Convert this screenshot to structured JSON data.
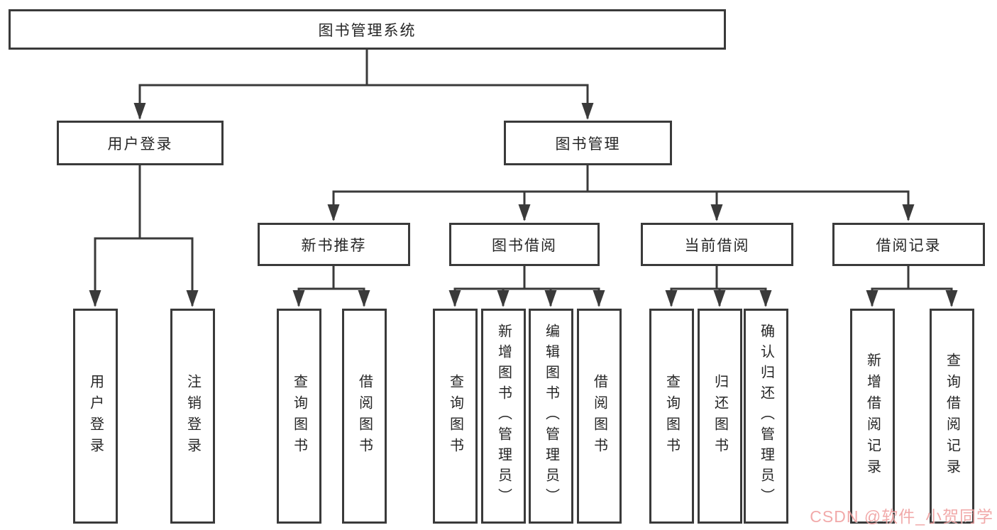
{
  "tree": {
    "root": {
      "label": "图书管理系统"
    },
    "groups": [
      {
        "label": "用户登录",
        "children": [
          {
            "label": "用户登录"
          },
          {
            "label": "注销登录"
          }
        ]
      },
      {
        "label": "图书管理",
        "subgroups": [
          {
            "label": "新书推荐",
            "children": [
              {
                "label": "查询图书"
              },
              {
                "label": "借阅图书"
              }
            ]
          },
          {
            "label": "图书借阅",
            "children": [
              {
                "label": "查询图书"
              },
              {
                "label": "新增图书（管理员）"
              },
              {
                "label": "编辑图书（管理员）"
              },
              {
                "label": "借阅图书"
              }
            ]
          },
          {
            "label": "当前借阅",
            "children": [
              {
                "label": "查询图书"
              },
              {
                "label": "归还图书"
              },
              {
                "label": "确认归还（管理员）"
              }
            ]
          },
          {
            "label": "借阅记录",
            "children": [
              {
                "label": "新增借阅记录"
              },
              {
                "label": "查询借阅记录"
              }
            ]
          }
        ]
      }
    ]
  },
  "watermark": {
    "text": "CSDN @软件_小贺同学",
    "color": "#ef9b9b"
  },
  "colors": {
    "line": "#3a3a3a",
    "node_border": "#3a3a3a",
    "text": "#262626",
    "background": "#ffffff"
  }
}
